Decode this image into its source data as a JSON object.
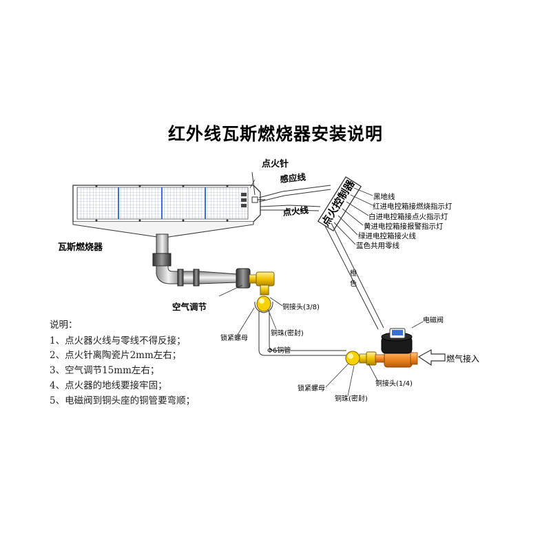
{
  "title": "红外线瓦斯燃烧器安装说明",
  "labels": {
    "igniter": "点火针",
    "sensor_wire": "感应线",
    "ignition_wire": "点火线",
    "burner": "瓦斯燃烧器",
    "air_adjust": "空气调节",
    "controller": "点火控制器",
    "orange": "橙",
    "color": "色",
    "solenoid_valve": "电磁阀",
    "gas_inlet": "燃气接入",
    "copper_joint_38": "铜接头(3/8)",
    "copper_bead_seal_1": "铜珠(密封)",
    "lock_nut_1": "锁紧螺母",
    "copper_pipe": "Φ6铜管",
    "lock_nut_2": "锁紧螺母",
    "copper_joint_14": "铜接头(1/4)",
    "copper_bead_seal_2": "铜珠(密封)"
  },
  "wires": [
    "黑地线",
    "红进电控箱接燃烧指示灯",
    "白进电控箱接点火指示灯",
    "黄进电控箱接报警指示灯",
    "绿进电控箱接火线",
    "蓝色共用零线"
  ],
  "notes": [
    "说明：",
    "1、点火器火线与零线不得反接；",
    "2、点火针离陶瓷片2mm左右；",
    "3、空气调节15mm左右；",
    "4、点火器的地线要接牢固；",
    "5、电磁阀到铜头座的铜管要弯顺；"
  ],
  "colors": {
    "grid_blue": "#3a6fd8",
    "grid_line": "#8aa2c8",
    "brass": "#f2c200",
    "orange": "#f08a24",
    "valve_black": "#1a1a1a",
    "pipe_gray": "#cfcfcf"
  }
}
